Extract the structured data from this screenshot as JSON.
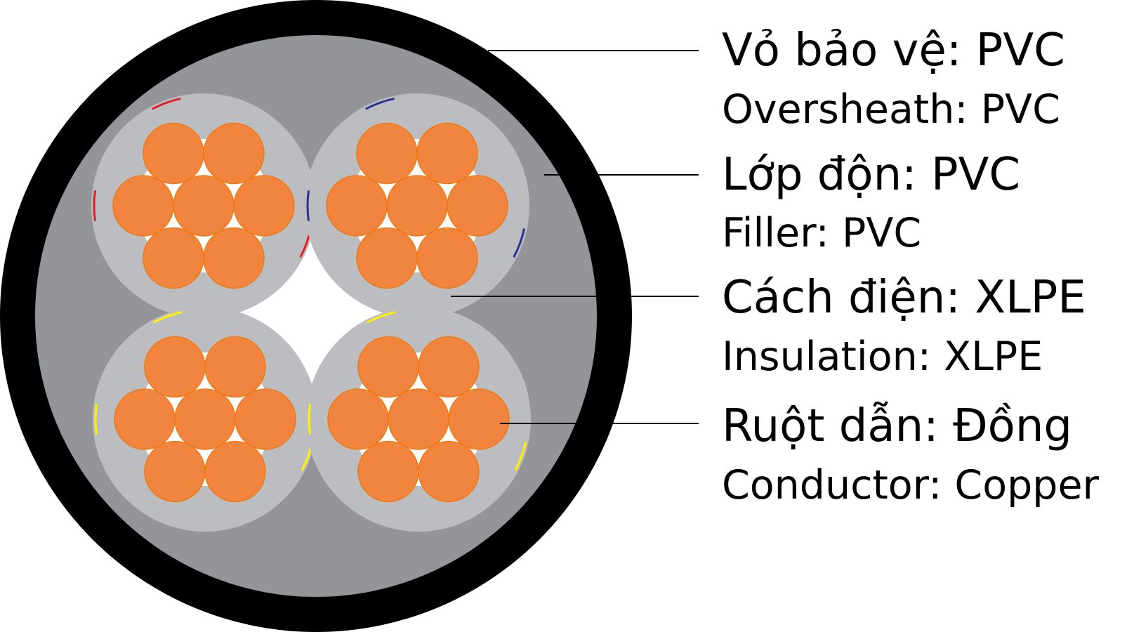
{
  "colors": {
    "oversheath": "#000000",
    "filler": "#949598",
    "insulation": "#bcbdc0",
    "conductor": "#f1853f",
    "conductor_edge": "#ee7a12",
    "center_gap": "#ffffff",
    "marker_red": "#e31e24",
    "marker_blue": "#2e3192",
    "marker_yellow": "#fff200"
  },
  "cores": [
    {
      "position": "top-left",
      "marker_color": "#e31e24"
    },
    {
      "position": "top-right",
      "marker_color": "#2e3192"
    },
    {
      "position": "bottom-left",
      "marker_color": "#fff200"
    },
    {
      "position": "bottom-right",
      "marker_color": "#fff200"
    }
  ],
  "strands_per_core": 7,
  "labels": [
    {
      "key": "oversheath",
      "vi": "Vỏ bảo vệ: PVC",
      "en": "Oversheath: PVC"
    },
    {
      "key": "filler",
      "vi": "Lớp độn: PVC",
      "en": "Filler: PVC"
    },
    {
      "key": "insulation",
      "vi": "Cách điện: XLPE",
      "en": "Insulation: XLPE"
    },
    {
      "key": "conductor",
      "vi": "Ruột dẫn: Đồng",
      "en": "Conductor: Copper"
    }
  ]
}
